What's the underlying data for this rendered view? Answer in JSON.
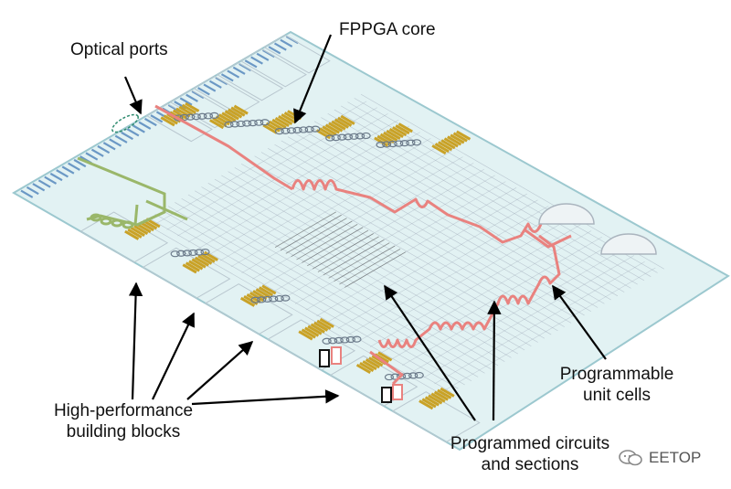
{
  "labels": {
    "optical_ports": "Optical ports",
    "fppga_core": "FPPGA core",
    "high_perf_line1": "High-performance",
    "high_perf_line2": "building blocks",
    "programmable_line1": "Programmable",
    "programmable_line2": "unit cells",
    "programmed_line1": "Programmed circuits",
    "programmed_line2": "and sections"
  },
  "watermark": {
    "text": "EETOP",
    "icon": "wechat-logo-icon"
  },
  "colors": {
    "chip_fill": "#e2f2f3",
    "chip_edge": "#9cc8cf",
    "optical_port": "#6b98c5",
    "gold_pad": "#c9a227",
    "waveguide_mesh": "#9aa4b4",
    "programmed_circuit": "#e9827f",
    "green_block": "#9ab76a"
  }
}
